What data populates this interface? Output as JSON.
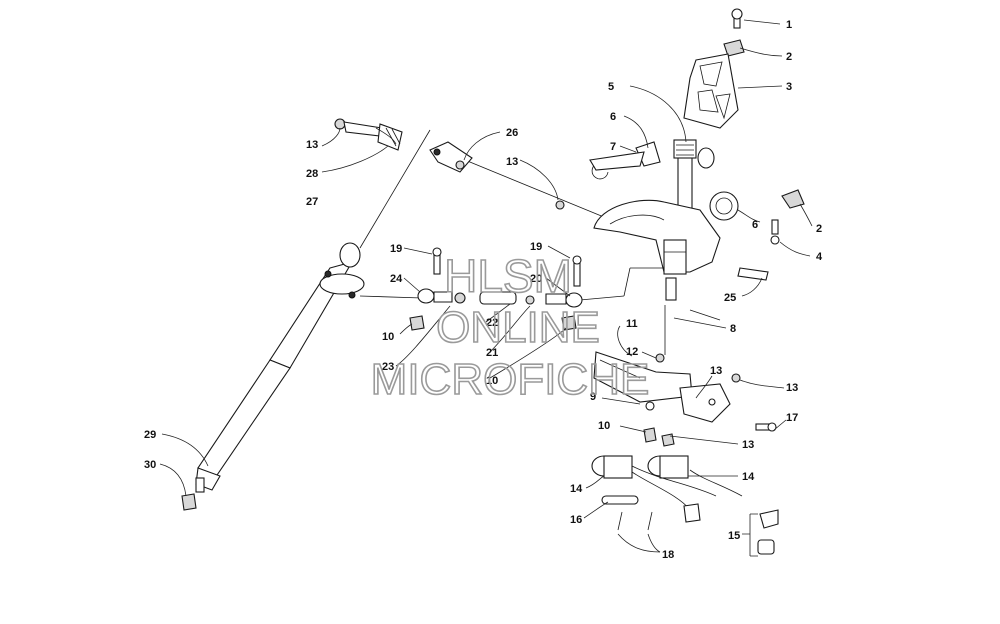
{
  "watermark": {
    "line1": "HLSM",
    "line2": "ONLINE",
    "line3": "MICROFICHE",
    "color": "#9a9a9a"
  },
  "callouts": {
    "c1": "1",
    "c2a": "2",
    "c2b": "2",
    "c3": "3",
    "c4": "4",
    "c5": "5",
    "c6a": "6",
    "c6b": "6",
    "c7": "7",
    "c8": "8",
    "c9": "9",
    "c10a": "10",
    "c10b": "10",
    "c10c": "10",
    "c11": "11",
    "c12": "12",
    "c13a": "13",
    "c13b": "13",
    "c13c": "13",
    "c13d": "13",
    "c13e": "13",
    "c14a": "14",
    "c14b": "14",
    "c15": "15",
    "c16": "16",
    "c17": "17",
    "c18": "18",
    "c19a": "19",
    "c19b": "19",
    "c20": "20",
    "c21": "21",
    "c22": "22",
    "c23": "23",
    "c24": "24",
    "c25": "25",
    "c26": "26",
    "c27": "27",
    "c28": "28",
    "c29": "29",
    "c30": "30"
  }
}
